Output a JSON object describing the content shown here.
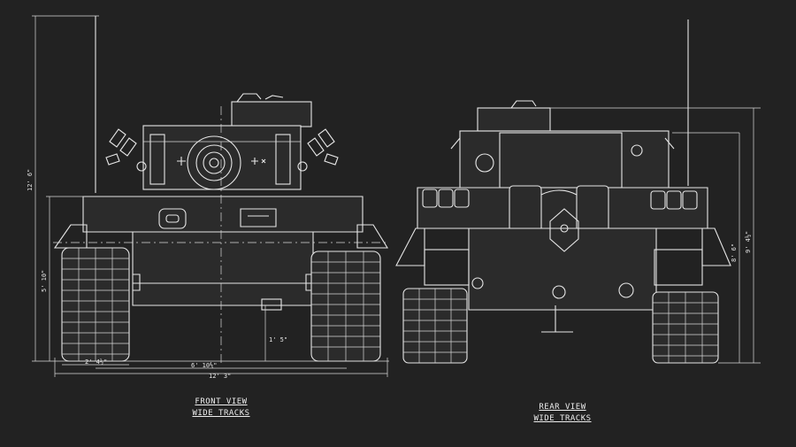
{
  "front_view": {
    "caption_line1": "FRONT VIEW",
    "caption_line2": "WIDE TRACKS",
    "dims": {
      "overall_height": "12' 6\"",
      "hull_height": "5' 10\"",
      "track_width": "2' 4½\"",
      "track_center": "6' 10⅘\"",
      "overall_width": "12' 3\"",
      "ground_clearance": "1' 5\""
    }
  },
  "rear_view": {
    "caption_line1": "REAR VIEW",
    "caption_line2": "WIDE TRACKS",
    "dims": {
      "overall_height": "9' 4½\"",
      "hull_height": "8' 6\""
    }
  },
  "colors": {
    "background": "#222222",
    "linework": "#e6e6e6"
  }
}
